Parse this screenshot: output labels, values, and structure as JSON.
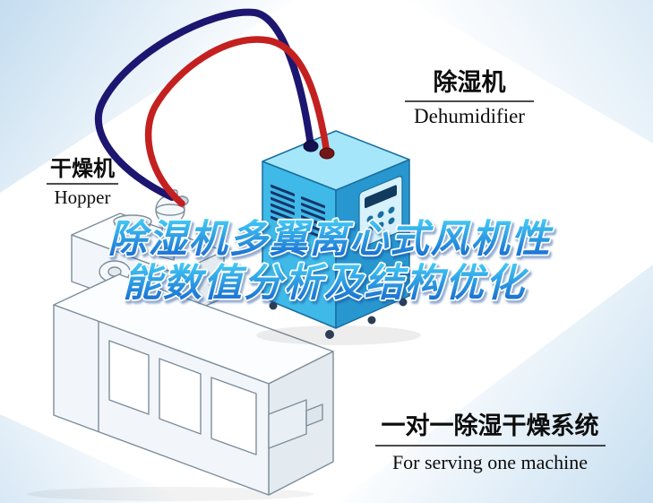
{
  "poster": {
    "title": {
      "line1": "除湿机多翼离心式风机性",
      "line2": "能数值分析及结构优化"
    },
    "labels": {
      "dehumidifier": {
        "zh": "除湿机",
        "en": "Dehumidifier"
      },
      "hopper": {
        "zh": "干燥机",
        "en": "Hopper"
      },
      "system": {
        "zh": "一对一除湿干燥系统",
        "en": "For serving one machine"
      }
    },
    "colors": {
      "title_grad_top": "#45cdf6",
      "title_grad_bottom": "#1464cd",
      "pipe_red": "#c42020",
      "pipe_navy": "#1c1670",
      "machine_top": "#a5e6fa",
      "machine_left": "#3fb9e8",
      "machine_right": "#2897cf",
      "corner_blue": "#bdd9ee",
      "label_color": "#0d0d0d"
    }
  }
}
